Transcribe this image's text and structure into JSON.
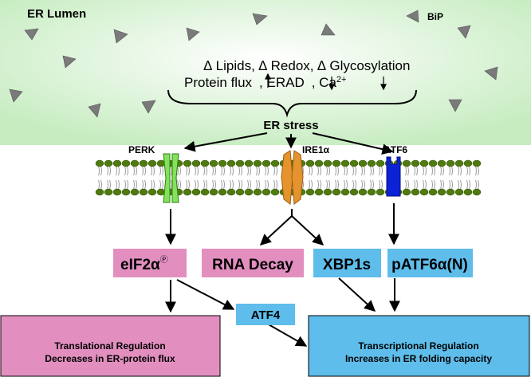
{
  "lumen": {
    "title": "ER Lumen",
    "bip_label": "BiP",
    "perturb_line1": "∆ Lipids, ∆ Redox, ∆ Glycosylation",
    "perturb_line2_a": "Protein flux",
    "perturb_line2_b": ",   ERAD",
    "perturb_line2_c": ", Ca",
    "perturb_line2_sup": "2+"
  },
  "stress": {
    "label": "ER stress"
  },
  "sensors": {
    "perk": "PERK",
    "ire1": "IRE1α",
    "atf6": "ATF6"
  },
  "outputs": {
    "eif2": "eIF2α",
    "eif2_mark": "Ⓟ",
    "rna_decay": "RNA Decay",
    "xbp1s": "XBP1s",
    "patf6": "pATF6α(N)",
    "atf4": "ATF4"
  },
  "boxes": {
    "translational_line1": "Translational Regulation",
    "translational_line2": "Decreases in ER-protein flux",
    "transcriptional_line1": "Transcriptional Regulation",
    "transcriptional_line2": "Increases in ER folding capacity"
  },
  "colors": {
    "lumen_gradient_center": "#ffffff",
    "lumen_gradient_edge": "#c6ecc0",
    "pink": "#e28fc0",
    "blue": "#5ebdea",
    "perk": "#82e35a",
    "ire1": "#e5932e",
    "atf6": "#0b22d6",
    "membrane_head": "#4f7a0e"
  }
}
